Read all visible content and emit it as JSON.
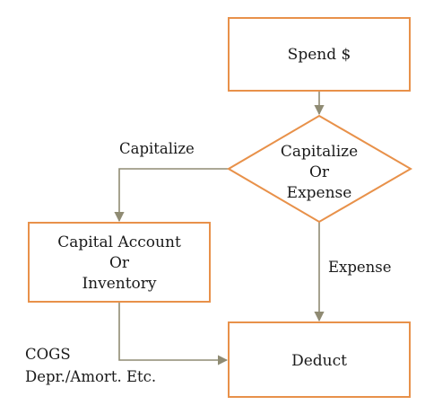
{
  "colors": {
    "box_stroke": "#E8914A",
    "arrow": "#8F8B73",
    "text": "#1a1a1a",
    "background": "#ffffff"
  },
  "nodes": {
    "spend": {
      "label": "Spend $"
    },
    "decision": {
      "lines": [
        "Capitalize",
        "Or",
        "Expense"
      ]
    },
    "capital_account": {
      "lines": [
        "Capital Account",
        "Or",
        "Inventory"
      ]
    },
    "deduct": {
      "label": "Deduct"
    }
  },
  "edges": {
    "capitalize_label": "Capitalize",
    "expense_label": "Expense",
    "cogs_lines": [
      "COGS",
      "Depr./Amort. Etc."
    ]
  }
}
